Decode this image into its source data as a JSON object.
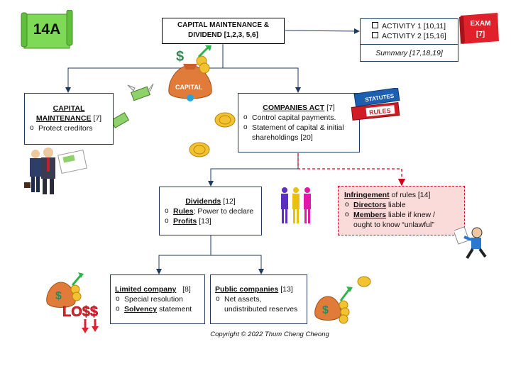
{
  "badge": {
    "label": "14A"
  },
  "root": {
    "line1": "CAPITAL MAINTENANCE &",
    "line2": "DIVIDEND [1,2,3, 5,6]"
  },
  "activities": {
    "items": [
      {
        "label": "ACTIVITY  1 [10,11]"
      },
      {
        "label": "ACTIVITY  2 [15,16]"
      }
    ],
    "summary": "Summary [17,18,19]"
  },
  "exam": {
    "label": "EXAM",
    "ref": "[7]"
  },
  "capital_maintenance": {
    "title_line1": "CAPITAL",
    "title_line2": "MAINTENANCE",
    "ref": "[7]",
    "bullets": [
      "Protect creditors"
    ]
  },
  "companies_act": {
    "title": "COMPANIES ACT",
    "ref": "[7]",
    "bullets": [
      "Control capital payments.",
      "Statement of capital & initial",
      "shareholdings [20]"
    ]
  },
  "dividends": {
    "title": "Dividends",
    "ref": "[12]",
    "rules_label": "Rules",
    "rules_text": "; Power to declare",
    "profits_label": "Profits",
    "profits_ref": "[13]"
  },
  "infringement": {
    "title": "Infringement",
    "title_rest": "of rules [14]",
    "directors_label": "Directors",
    "directors_text": "liable",
    "members_label": "Members",
    "members_text": "liable if knew /",
    "members_text2": "ought to know “unlawful”"
  },
  "limited_company": {
    "title": "Limited company",
    "ref": "[8]",
    "bullet1": "Special resolution",
    "solvency_label": "Solvency",
    "solvency_text": "statement"
  },
  "public_companies": {
    "title": "Public companies",
    "ref": "[13]",
    "bullet1": "Net assets,",
    "bullet1b": "undistributed reserves"
  },
  "illustrations": {
    "capital_bag_text": "CAPITAL",
    "statutes_text": "STATUTES",
    "rules_book_text": "RULES",
    "loss_text": "LO$$"
  },
  "copyright": "Copyright © 2022 Thum Cheng Cheong",
  "colors": {
    "navy": "#1f3a5f",
    "badge_green": "#7ed957",
    "exam_red": "#e0202a",
    "dashed_red": "#d0021b",
    "infringement_bg": "#fbdada"
  }
}
